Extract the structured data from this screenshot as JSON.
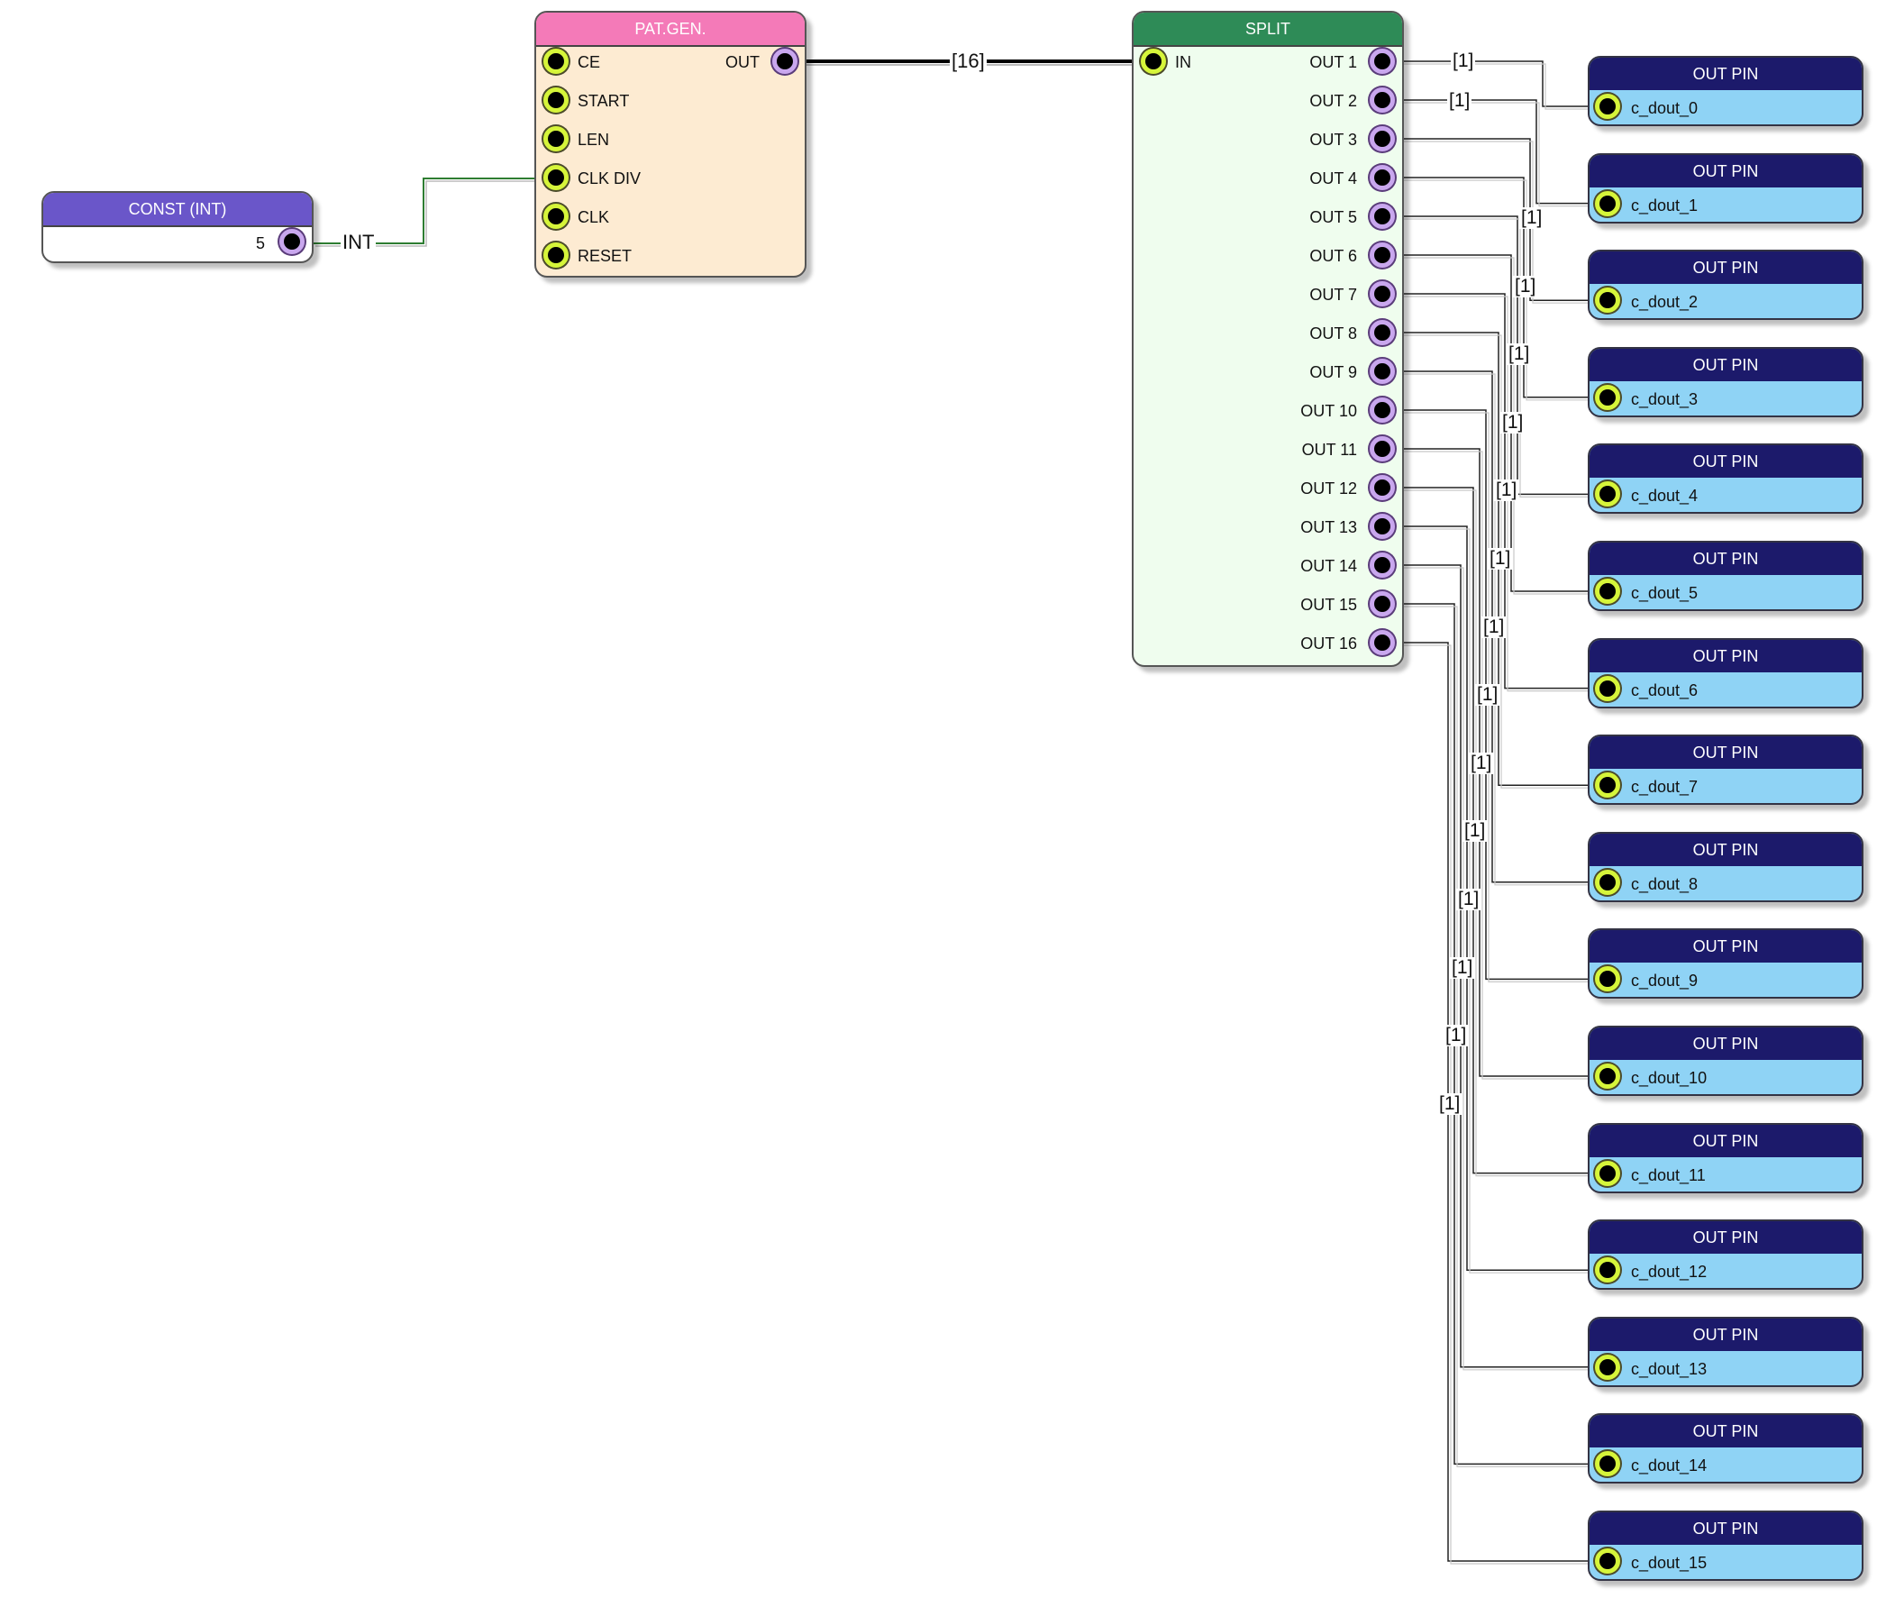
{
  "blocks": {
    "const": {
      "title": "CONST (INT)",
      "value": "5",
      "title_color": "#6a56c9",
      "body_color": "#ffffff"
    },
    "patgen": {
      "title": "PAT.GEN.",
      "title_color": "#f47ab8",
      "body_color": "#fdebd2",
      "inputs": [
        "CE",
        "START",
        "LEN",
        "CLK DIV",
        "CLK",
        "RESET"
      ],
      "output": "OUT"
    },
    "split": {
      "title": "SPLIT",
      "title_color": "#2e8b57",
      "body_color": "#effdee",
      "input": "IN",
      "outputs": [
        "OUT 1",
        "OUT 2",
        "OUT 3",
        "OUT 4",
        "OUT 5",
        "OUT 6",
        "OUT 7",
        "OUT 8",
        "OUT 9",
        "OUT 10",
        "OUT 11",
        "OUT 12",
        "OUT 13",
        "OUT 14",
        "OUT 15",
        "OUT 16"
      ]
    }
  },
  "out_pins": {
    "title": "OUT PIN",
    "names": [
      "c_dout_0",
      "c_dout_1",
      "c_dout_2",
      "c_dout_3",
      "c_dout_4",
      "c_dout_5",
      "c_dout_6",
      "c_dout_7",
      "c_dout_8",
      "c_dout_9",
      "c_dout_10",
      "c_dout_11",
      "c_dout_12",
      "c_dout_13",
      "c_dout_14",
      "c_dout_15"
    ]
  },
  "wire_labels": {
    "const_to_clkdiv": "INT",
    "patgen_to_split": "[16]",
    "bit": "[1]"
  },
  "colors": {
    "in_pin_ring": "#d6f53a",
    "out_pin_ring": "#c9a7ee",
    "out_pin_title": "#1c1a6b",
    "out_pin_body": "#8fd3f5",
    "int_wire": "#2e7d32"
  }
}
